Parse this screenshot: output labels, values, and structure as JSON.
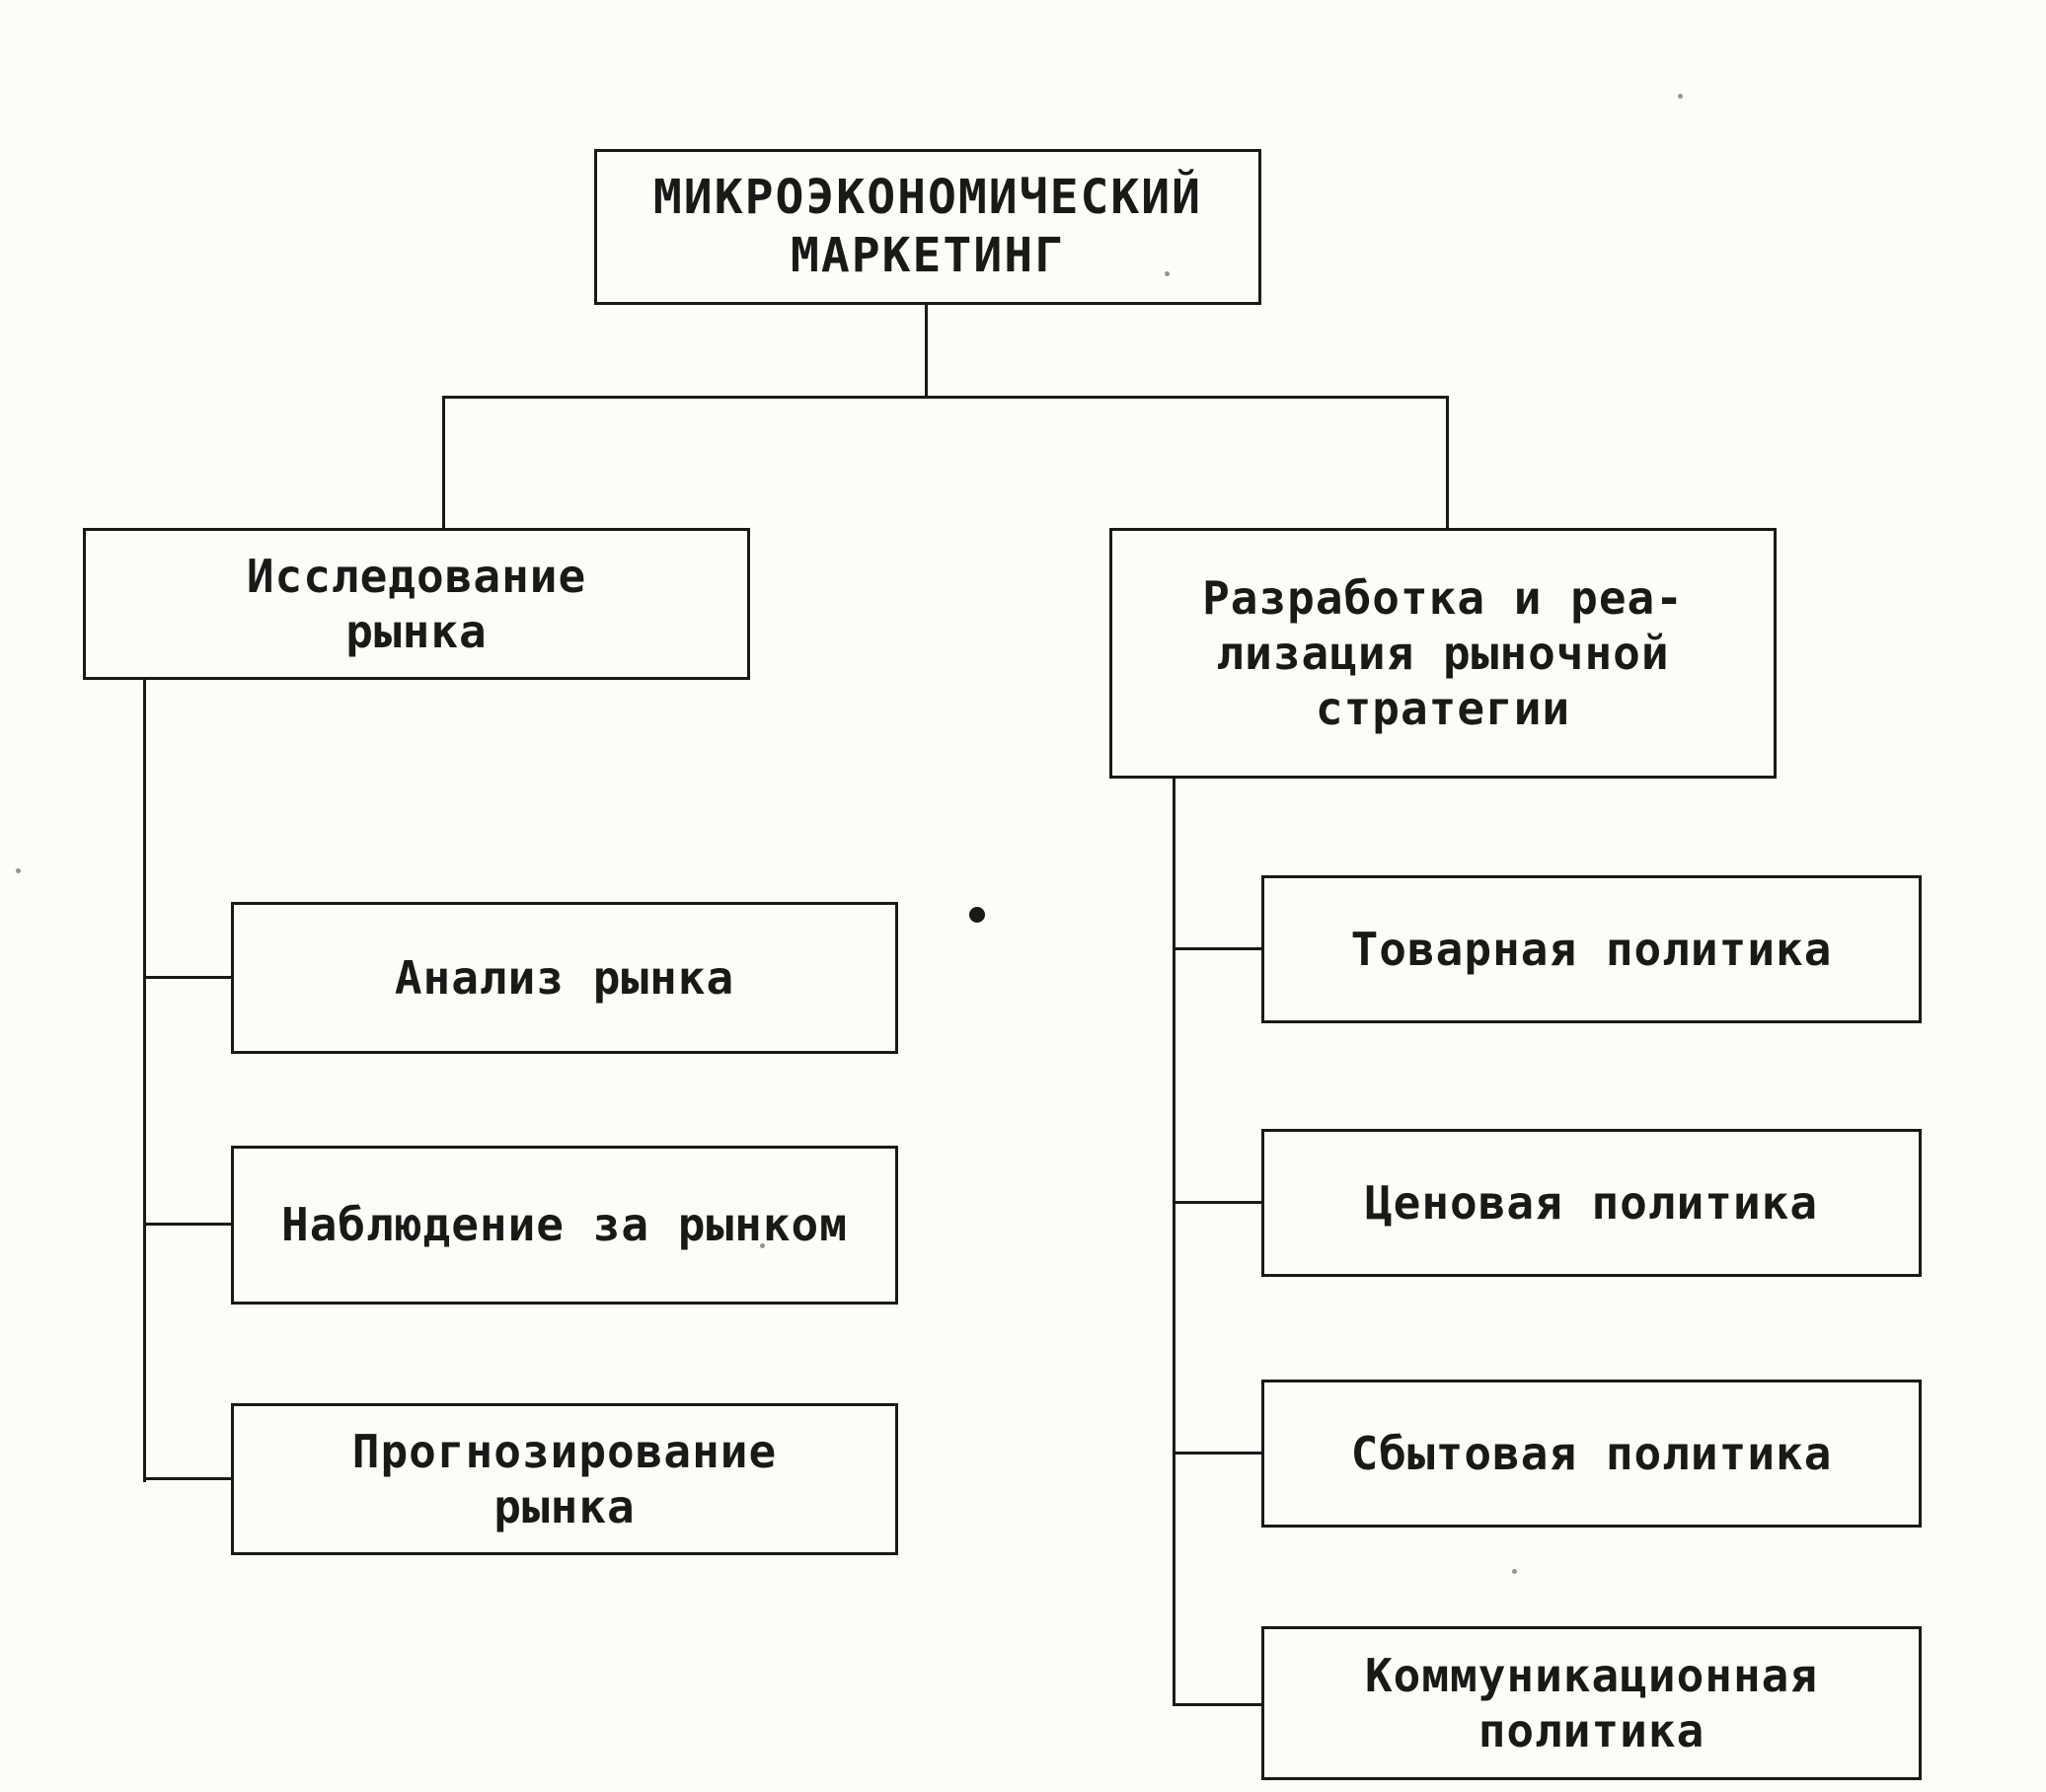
{
  "page": {
    "background_color": "#fcfcf8",
    "ink_color": "#1b1918"
  },
  "diagram": {
    "type": "hierarchy-flowchart",
    "language": "ru",
    "root": {
      "label": "МИКРОЭКОНОМИЧЕСКИЙ\nМАРКЕТИНГ"
    },
    "left_branch": {
      "label": "Исследование\nрынка",
      "children": [
        {
          "label": "Анализ рынка"
        },
        {
          "label": "Наблюдение за рынком"
        },
        {
          "label": "Прогнозирование\nрынка"
        }
      ]
    },
    "right_branch": {
      "label": "Разработка и реа-\nлизация рыночной\nстратегии",
      "children": [
        {
          "label": "Товарная политика"
        },
        {
          "label": "Ценовая политика"
        },
        {
          "label": "Сбытовая политика"
        },
        {
          "label": "Коммуникационная\nполитика"
        }
      ]
    }
  }
}
